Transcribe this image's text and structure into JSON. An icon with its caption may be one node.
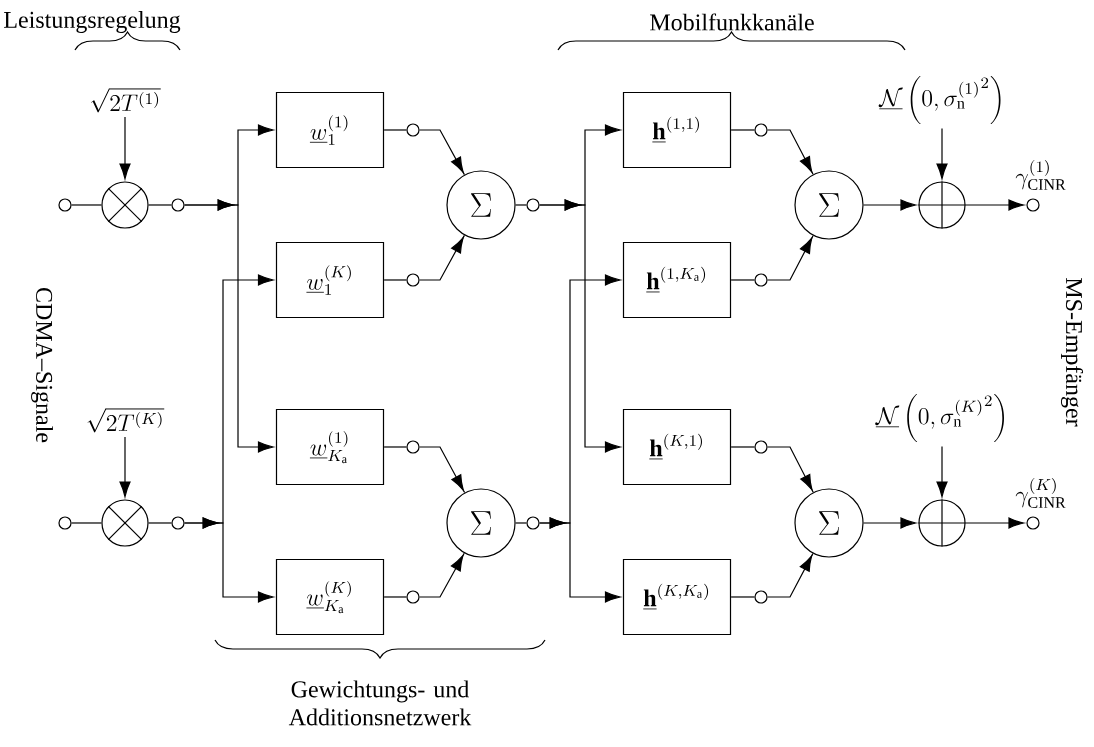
{
  "diagram": {
    "nodes": [
      {
        "text": [
          "\\sqrt{2T^{(1)}}"
        ]
      },
      {
        "text": [],
        "shape": "circle"
      },
      {
        "text": [],
        "shape": "circle"
      },
      {
        "text": [
          "\\sqrt{2T^{(K)}}"
        ]
      },
      {
        "text": [],
        "shape": "circle"
      },
      {
        "text": [],
        "shape": "circle"
      },
      {
        "text": [
          "\\underline{w}_1^{(1)}"
        ]
      },
      {
        "text": [
          "\\underline{w}_1^{(K)}"
        ]
      },
      {
        "text": [
          "\\underline{w}_{K_\\mathrm{a}}^{(1)}"
        ]
      },
      {
        "text": [
          "\\underline{w}_{K_\\mathrm{a}}^{(K)}"
        ]
      },
      {
        "text": [
          "\\Sigma"
        ]
      },
      {
        "text": [
          "\\Sigma"
        ]
      },
      {
        "text": [
          "\\underline{\\mathbf{h}}^{(1,1)}"
        ]
      },
      {
        "text": [
          "\\underline{\\mathbf{h}}^{(1,K_\\mathrm{a})}"
        ]
      },
      {
        "text": [
          "\\underline{\\mathbf{h}}^{(K,1)}"
        ]
      },
      {
        "text": [
          "\\underline{\\mathbf{h}}^{(K,K_\\mathrm{a})}"
        ]
      },
      {
        "text": [
          "\\Sigma"
        ]
      },
      {
        "text": [
          "\\Sigma"
        ]
      },
      {
        "text": [
          "\\underline{\\mathcal{N}}\\left(0,{\\sigma_\\mathrm{n}^{(1)}}^2\\right)"
        ]
      },
      {
        "text": [
          "\\underline{\\mathcal{N}}\\left(0,{\\sigma_\\mathrm{n}^{(K)}}^2\\right)"
        ]
      },
      {
        "text": [],
        "shape": "circle"
      },
      {
        "text": [],
        "shape": "circle"
      },
      {
        "text": [],
        "shape": "circle",
        "beside": [
          "\\gamma_\\mathrm{CINR}^{(1)}"
        ]
      },
      {
        "text": [],
        "shape": "circle",
        "beside": [
          "\\gamma_\\mathrm{CINR}^{(K)}"
        ]
      },
      {
        "text": [],
        "shape": "circle"
      },
      {
        "text": [],
        "shape": "circle"
      },
      {
        "text": [],
        "shape": "circle"
      },
      {
        "text": [],
        "shape": "circle"
      },
      {
        "text": [],
        "shape": "circle"
      },
      {
        "text": [],
        "shape": "circle"
      },
      {
        "text": [],
        "shape": "circle"
      },
      {
        "text": [],
        "shape": "circle"
      },
      {
        "text": [],
        "shape": "circle"
      },
      {
        "text": [],
        "shape": "circle"
      },
      {
        "text": [],
        "shape": "circle"
      },
      {
        "text": [],
        "shape": "circle"
      }
    ],
    "edges": [
      {
        "from": 0,
        "to": 2,
        "arrow": "to"
      },
      {
        "from": 1,
        "to": 2,
        "arrow": "none"
      },
      {
        "from": 3,
        "to": 5,
        "arrow": "to"
      },
      {
        "from": 4,
        "to": 5,
        "arrow": "none"
      },
      {
        "from": 2,
        "to": 24,
        "arrow": "none"
      },
      {
        "from": 24,
        "to": 6,
        "arrow": "to"
      },
      {
        "from": 24,
        "to": 8,
        "arrow": "to"
      },
      {
        "from": 5,
        "to": 25,
        "arrow": "none"
      },
      {
        "from": 25,
        "to": 7,
        "arrow": "to"
      },
      {
        "from": 25,
        "to": 9,
        "arrow": "to"
      },
      {
        "from": 6,
        "to": 26,
        "arrow": "none"
      },
      {
        "from": 26,
        "to": 10,
        "arrow": "to"
      },
      {
        "from": 7,
        "to": 27,
        "arrow": "none"
      },
      {
        "from": 27,
        "to": 10,
        "arrow": "to"
      },
      {
        "from": 8,
        "to": 28,
        "arrow": "none"
      },
      {
        "from": 28,
        "to": 11,
        "arrow": "to"
      },
      {
        "from": 9,
        "to": 29,
        "arrow": "none"
      },
      {
        "from": 29,
        "to": 11,
        "arrow": "to"
      },
      {
        "from": 10,
        "to": 30,
        "arrow": "none"
      },
      {
        "from": 30,
        "to": 12,
        "arrow": "to"
      },
      {
        "from": 30,
        "to": 14,
        "arrow": "to"
      },
      {
        "from": 11,
        "to": 31,
        "arrow": "none"
      },
      {
        "from": 31,
        "to": 13,
        "arrow": "to"
      },
      {
        "from": 31,
        "to": 15,
        "arrow": "to"
      },
      {
        "from": 12,
        "to": 32,
        "arrow": "none"
      },
      {
        "from": 32,
        "to": 16,
        "arrow": "to"
      },
      {
        "from": 13,
        "to": 33,
        "arrow": "none"
      },
      {
        "from": 33,
        "to": 16,
        "arrow": "to"
      },
      {
        "from": 14,
        "to": 34,
        "arrow": "none"
      },
      {
        "from": 34,
        "to": 17,
        "arrow": "to"
      },
      {
        "from": 15,
        "to": 35,
        "arrow": "none"
      },
      {
        "from": 35,
        "to": 17,
        "arrow": "to"
      },
      {
        "from": 16,
        "to": 20,
        "arrow": "to"
      },
      {
        "from": 18,
        "to": 20,
        "arrow": "to"
      },
      {
        "from": 20,
        "to": 22,
        "arrow": "to"
      },
      {
        "from": 17,
        "to": 21,
        "arrow": "to"
      },
      {
        "from": 19,
        "to": 21,
        "arrow": "to"
      },
      {
        "from": 21,
        "to": 23,
        "arrow": "to"
      }
    ],
    "labels": [
      "Leistungsregelung",
      "Mobilfunkkanäle",
      "CDMA–Signale",
      "MS-Empfänger",
      "Gewichtungs- und Additionsnetzwerk"
    ]
  }
}
